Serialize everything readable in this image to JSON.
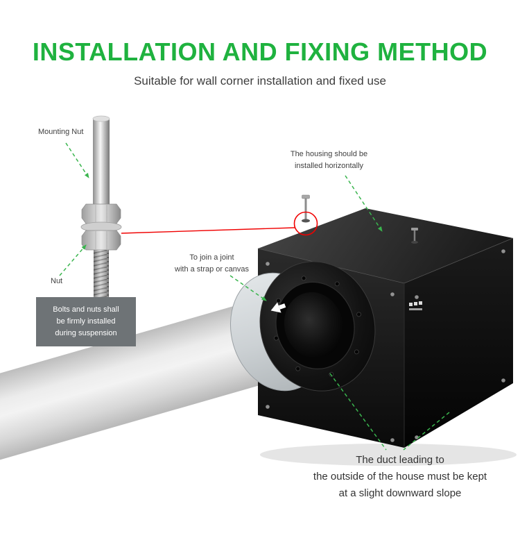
{
  "header": {
    "title": "INSTALLATION AND FIXING METHOD",
    "subtitle": "Suitable for wall corner installation and fixed use"
  },
  "annotations": {
    "mounting_nut": "Mounting Nut",
    "nut": "Nut",
    "note": "Bolts and nuts shall\nbe firmly installed\nduring suspension",
    "housing": "The housing should be\ninstalled horizontally",
    "strap": "To join a joint\nwith a strap or canvas",
    "slope": "The duct leading to\nthe outside of the house must be kept\nat a slight downward slope"
  },
  "colors": {
    "title_green": "#1fb23f",
    "arrow_green": "#3ab54e",
    "callout_red": "#f00000",
    "note_box_bg": "#6e7376",
    "pipe_gray": "#d9d9d9",
    "box_black": "#0b0b0b"
  }
}
